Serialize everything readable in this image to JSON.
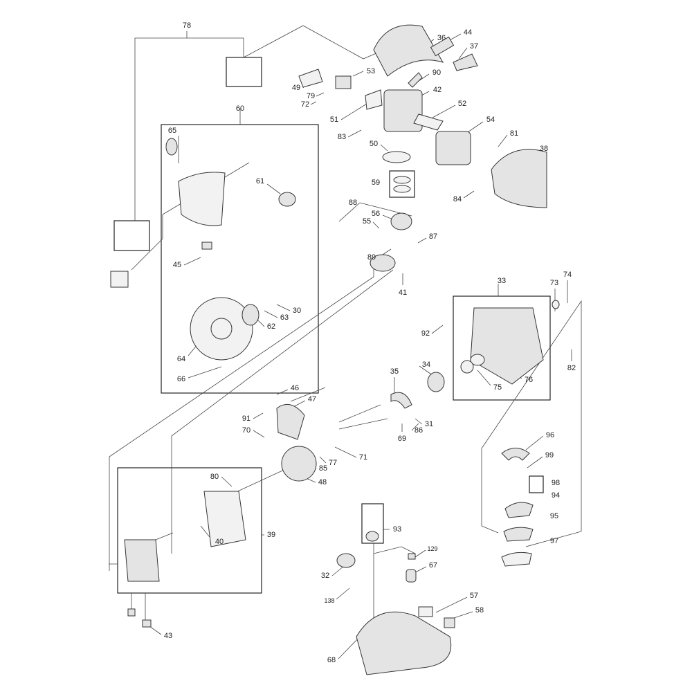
{
  "diagram": {
    "type": "exploded parts diagram",
    "labels": {
      "l78": "78",
      "l36": "36",
      "l44": "44",
      "l37": "37",
      "l49": "49",
      "l53": "53",
      "l90": "90",
      "l79": "79",
      "l72": "72",
      "l42": "42",
      "l52": "52",
      "l51": "51",
      "l83": "83",
      "l54": "54",
      "l81": "81",
      "l50": "50",
      "l38": "38",
      "l59": "59",
      "l84": "84",
      "l60": "60",
      "l65": "65",
      "l61": "61",
      "l88": "88",
      "l56": "56",
      "l55": "55",
      "l87": "87",
      "l89": "89",
      "l41": "41",
      "l45": "45",
      "l30": "30",
      "l63": "63",
      "l62": "62",
      "l64": "64",
      "l66": "66",
      "l33": "33",
      "l73": "73",
      "l74": "74",
      "l92": "92",
      "l82": "82",
      "l34": "34",
      "l35": "35",
      "l76": "76",
      "l75": "75",
      "l46": "46",
      "l47": "47",
      "l91": "91",
      "l86": "86",
      "l31": "31",
      "l69": "69",
      "l70": "70",
      "l71": "71",
      "l77": "77",
      "l85": "85",
      "l96": "96",
      "l99": "99",
      "l98": "98",
      "l94": "94",
      "l95": "95",
      "l97": "97",
      "l48": "48",
      "l80": "80",
      "l39": "39",
      "l40": "40",
      "l93": "93",
      "l129": "129",
      "l67": "67",
      "l32": "32",
      "l138": "138",
      "l57": "57",
      "l58": "58",
      "l43": "43",
      "l68": "68"
    }
  }
}
